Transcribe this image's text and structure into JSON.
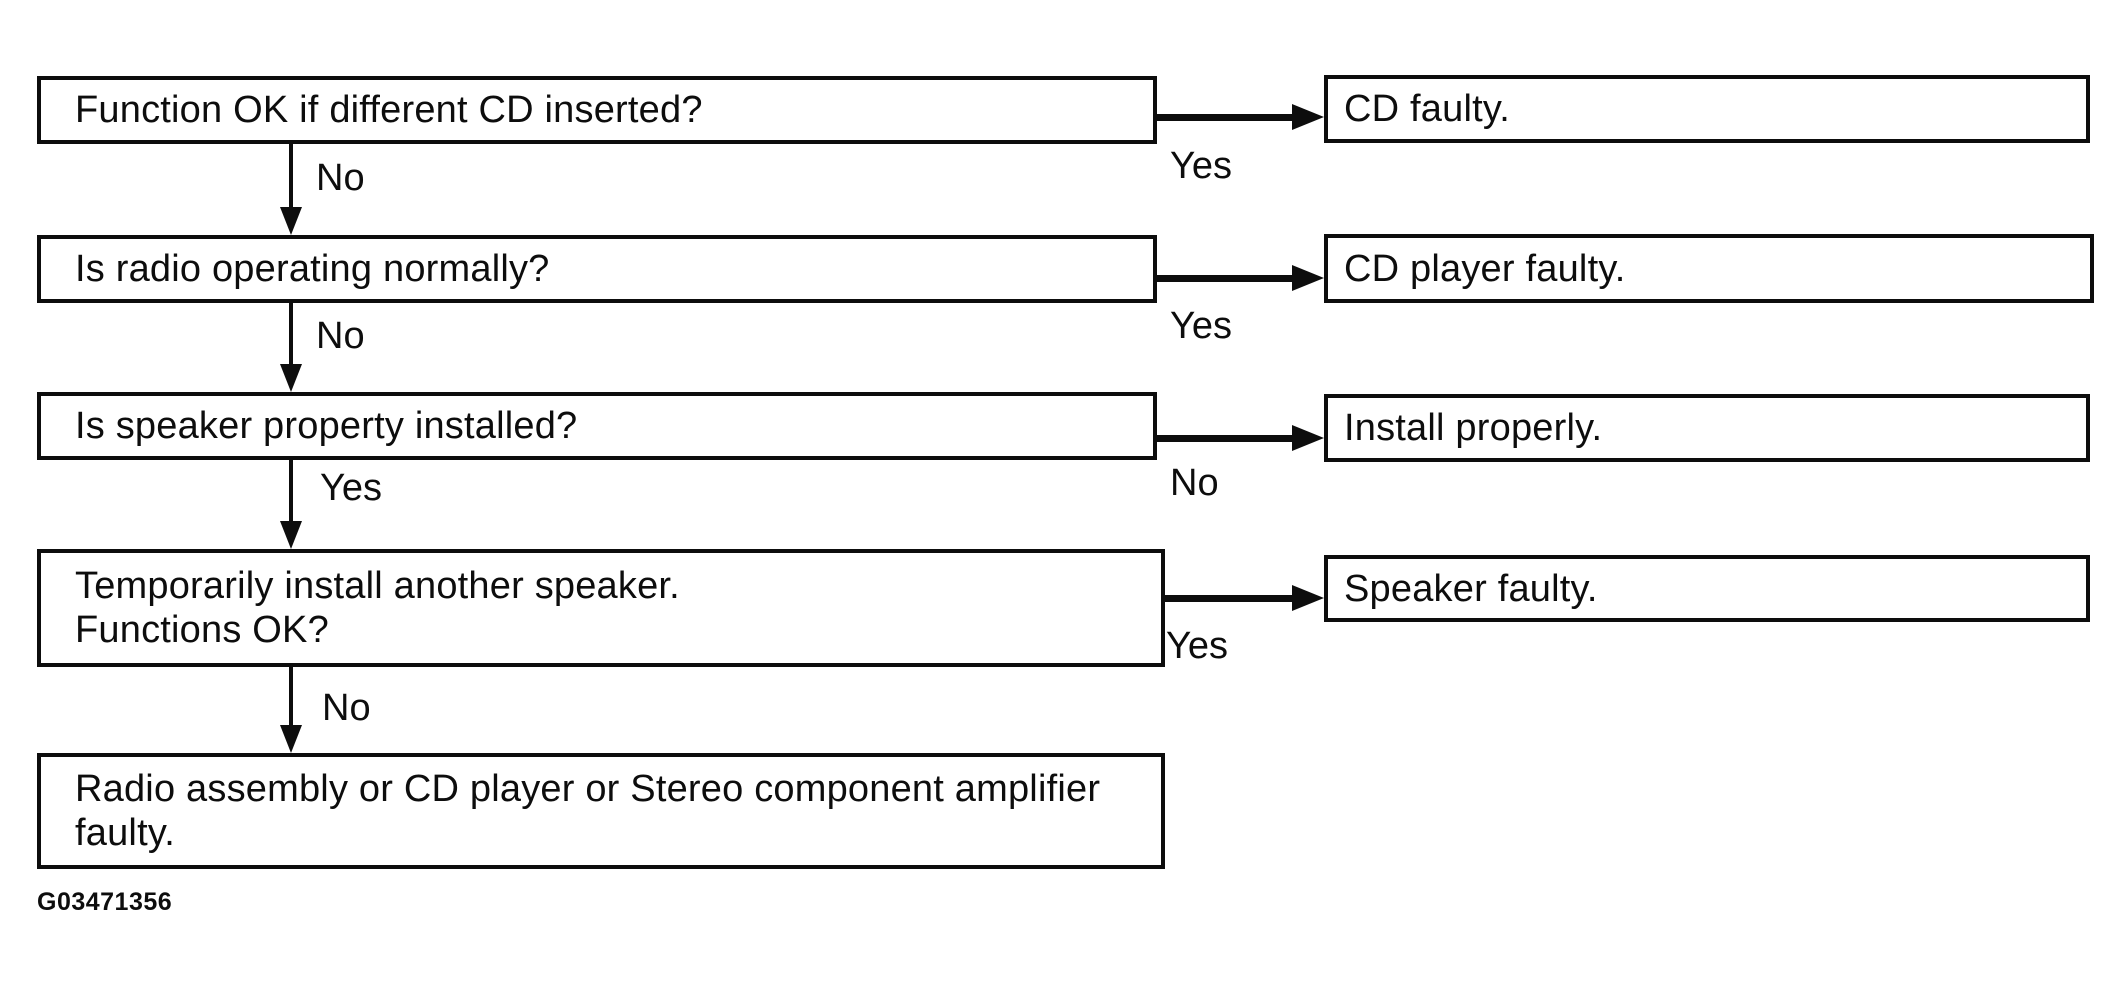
{
  "colors": {
    "ink": "#0d0d0d",
    "background": "#ffffff"
  },
  "diagram": {
    "type": "flowchart",
    "title_hint": "CD player / radio / speaker troubleshooting flowchart",
    "figure_id": "G03471356",
    "nodes": {
      "q1": "Function OK if different CD inserted?",
      "q2": "Is radio operating normally?",
      "q3": "Is speaker property installed?",
      "q4": "Temporarily install another speaker.\nFunctions OK?",
      "r1": "CD faulty.",
      "r2": "CD player faulty.",
      "r3": "Install properly.",
      "r4": "Speaker faulty.",
      "final": "Radio assembly or CD player or Stereo component amplifier\nfaulty."
    },
    "edges": {
      "q1_down": "No",
      "q1_right": "Yes",
      "q2_down": "No",
      "q2_right": "Yes",
      "q3_down": "Yes",
      "q3_right": "No",
      "q4_down": "No",
      "q4_right": "Yes"
    }
  }
}
